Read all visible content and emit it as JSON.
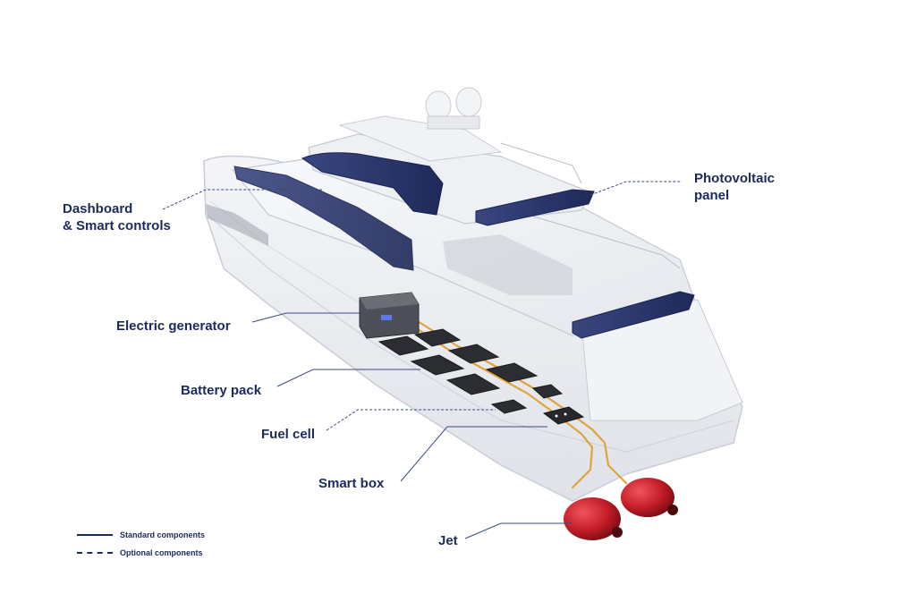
{
  "labels": {
    "dashboard_line1": "Dashboard",
    "dashboard_line2": "& Smart controls",
    "electric_generator": "Electric generator",
    "battery_pack": "Battery pack",
    "fuel_cell": "Fuel cell",
    "smart_box": "Smart box",
    "jet": "Jet",
    "photovoltaic_line1": "Photovoltaic",
    "photovoltaic_line2": "panel"
  },
  "legend": {
    "standard": "Standard components",
    "optional": "Optional components"
  },
  "colors": {
    "label_text": "#1b2a5c",
    "leader_line": "#3a4a80",
    "hull": "#eef0f4",
    "solar_panel": "#2e3a6e",
    "battery": "#2b2d33",
    "wiring": "#e0a43a",
    "jet": "#c8202b"
  }
}
